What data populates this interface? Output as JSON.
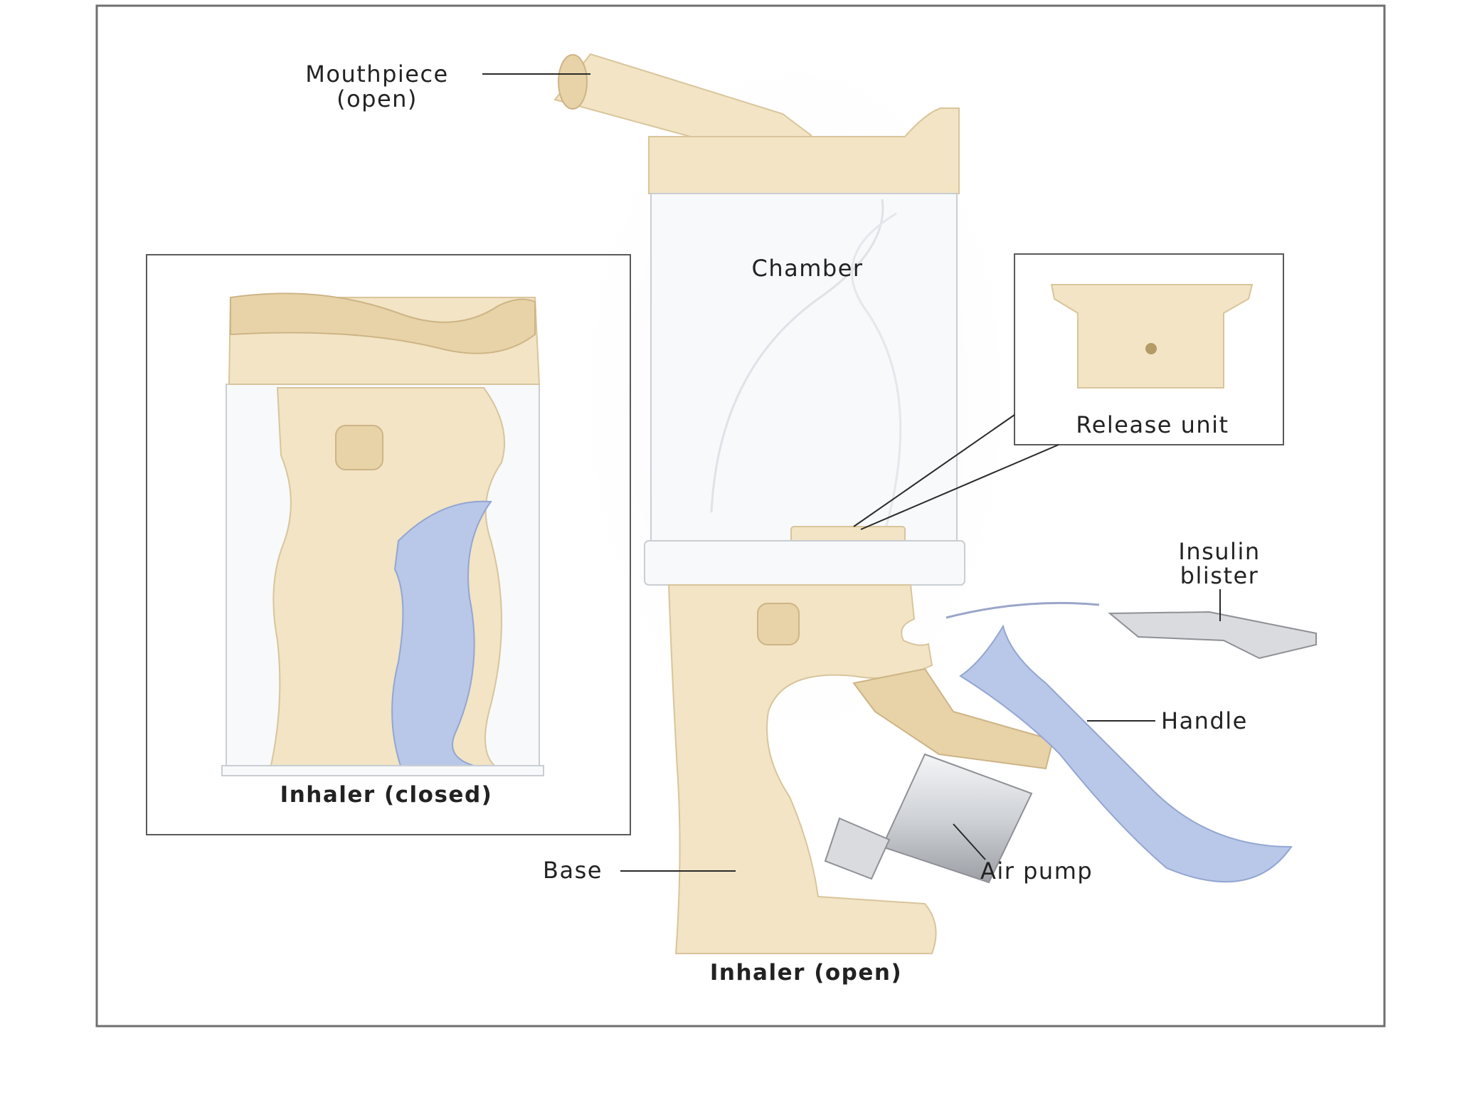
{
  "labels": {
    "mouthpiece": [
      "Mouthpiece",
      "(open)"
    ],
    "chamber": "Chamber",
    "release_unit": "Release unit",
    "insulin_blister": [
      "Insulin",
      "blister"
    ],
    "handle": "Handle",
    "base": "Base",
    "air_pump": "Air pump"
  },
  "captions": {
    "closed": "Inhaler (closed)",
    "open": "Inhaler (open)"
  },
  "colors": {
    "body": "#f2e4c4",
    "handle": "#b9c8e8",
    "chamber": "#f7f9fb",
    "metal": "#d9dbdf"
  }
}
